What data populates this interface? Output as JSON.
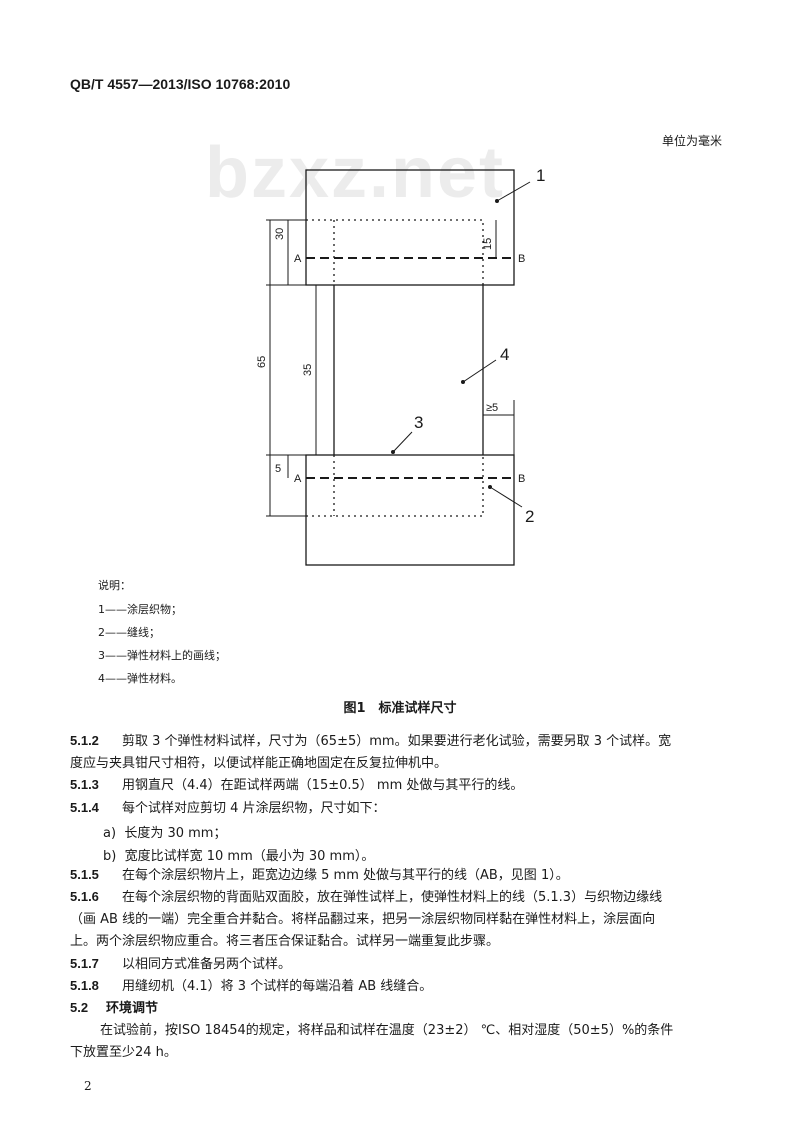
{
  "header": {
    "code": "QB/T 4557—2013/ISO 10768:2010"
  },
  "unit_note": "单位为毫米",
  "watermark": "bzxz.net",
  "figure": {
    "callouts": [
      "1",
      "2",
      "3",
      "4"
    ],
    "point_labels": [
      "A",
      "B",
      "A",
      "B"
    ],
    "dimensions": [
      "30",
      "15",
      "65",
      "35",
      "≥5",
      "5"
    ]
  },
  "legend": {
    "title": "说明：",
    "items": [
      "1——涂层织物；",
      "2——缝线；",
      "3——弹性材料上的画线；",
      "4——弹性材料。"
    ]
  },
  "caption": "图1　标准试样尺寸",
  "clauses": [
    {
      "num": "5.1.2",
      "lines": [
        "剪取 3 个弹性材料试样，尺寸为（65±5）mm。如果要进行老化试验，需要另取 3 个试样。宽",
        "度应与夹具钳尺寸相符，以便试样能正确地固定在反复拉伸机中。"
      ]
    },
    {
      "num": "5.1.3",
      "lines": [
        "用钢直尺（4.4）在距试样两端（15±0.5） mm 处做与其平行的线。"
      ]
    },
    {
      "num": "5.1.4",
      "lines": [
        "每个试样对应剪切 4 片涂层织物，尺寸如下："
      ]
    }
  ],
  "sub_items": [
    {
      "label": "a)",
      "text": "长度为 30 mm；"
    },
    {
      "label": "b)",
      "text": "宽度比试样宽 10 mm（最小为 30 mm）。"
    }
  ],
  "clauses2": [
    {
      "num": "5.1.5",
      "lines": [
        "在每个涂层织物片上，距宽边边缘 5 mm 处做与其平行的线（AB，见图 1）。"
      ]
    },
    {
      "num": "5.1.6",
      "lines": [
        "在每个涂层织物的背面贴双面胶，放在弹性试样上，使弹性材料上的线（5.1.3）与织物边缘线",
        "（画 AB 线的一端）完全重合并黏合。将样品翻过来，把另一涂层织物同样黏在弹性材料上，涂层面向",
        "上。两个涂层织物应重合。将三者压合保证黏合。试样另一端重复此步骤。"
      ]
    },
    {
      "num": "5.1.7",
      "lines": [
        "以相同方式准备另两个试样。"
      ]
    },
    {
      "num": "5.1.8",
      "lines": [
        "用缝纫机（4.1）将 3 个试样的每端沿着 AB 线缝合。"
      ]
    }
  ],
  "section": {
    "num": "5.2",
    "title": "环境调节"
  },
  "section_body": [
    "在试验前，按ISO 18454的规定，将样品和试样在温度（23±2） ℃、相对湿度（50±5）%的条件",
    "下放置至少24 h。"
  ],
  "page_number": "2"
}
